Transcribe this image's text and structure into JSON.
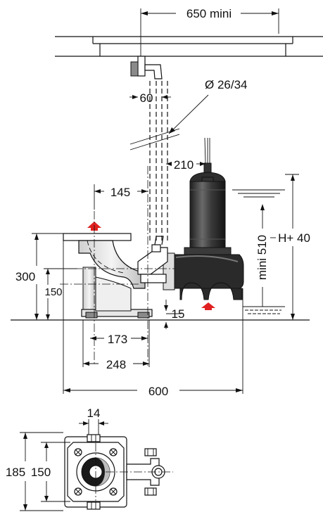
{
  "dimensions": {
    "spacing_min": "650 mini",
    "pipe_diameter": "Ø 26/34",
    "offset_60": "60",
    "offset_210": "210",
    "offset_145": "145",
    "height_300": "300",
    "height_150": "150",
    "clearance_15": "15",
    "depth_173": "173",
    "depth_248": "248",
    "length_600": "600",
    "level_min": "mini 510",
    "level_h": "H+ 40",
    "bolt_14": "14",
    "flange_185": "185",
    "flange_150": "150"
  },
  "colors": {
    "arrow": "#e02020",
    "motor": "#2e2e2e",
    "line": "#111111"
  }
}
